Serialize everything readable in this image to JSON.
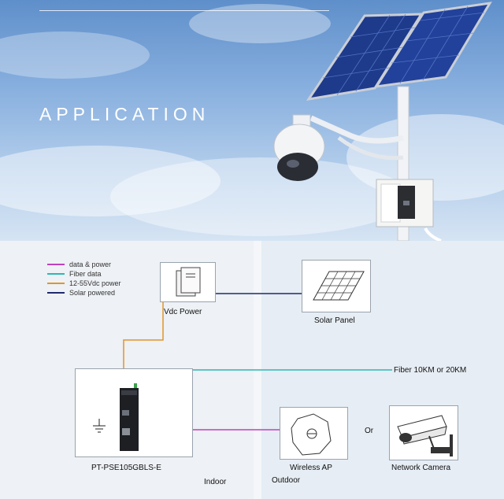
{
  "banner": {
    "title": "APPLICATION"
  },
  "legend": [
    {
      "label": "data & power",
      "color": "#c040c0"
    },
    {
      "label": "Fiber data",
      "color": "#2fb6b6"
    },
    {
      "label": "12-55Vdc power",
      "color": "#e0952a"
    },
    {
      "label": "Solar powered",
      "color": "#1f2a6e"
    }
  ],
  "devices": {
    "vdc_power": "Vdc Power",
    "solar_panel": "Solar Panel",
    "switch": "PT-PSE105GBLS-E",
    "wireless_ap": "Wireless AP",
    "network_camera": "Network Camera"
  },
  "labels": {
    "fiber": "Fiber 10KM or 20KM",
    "or": "Or",
    "indoor": "Indoor",
    "outdoor": "Outdoor"
  },
  "colors": {
    "data_power": "#c040c0",
    "fiber": "#2fb6b6",
    "dc_power": "#e0952a",
    "solar": "#1f2a6e"
  }
}
